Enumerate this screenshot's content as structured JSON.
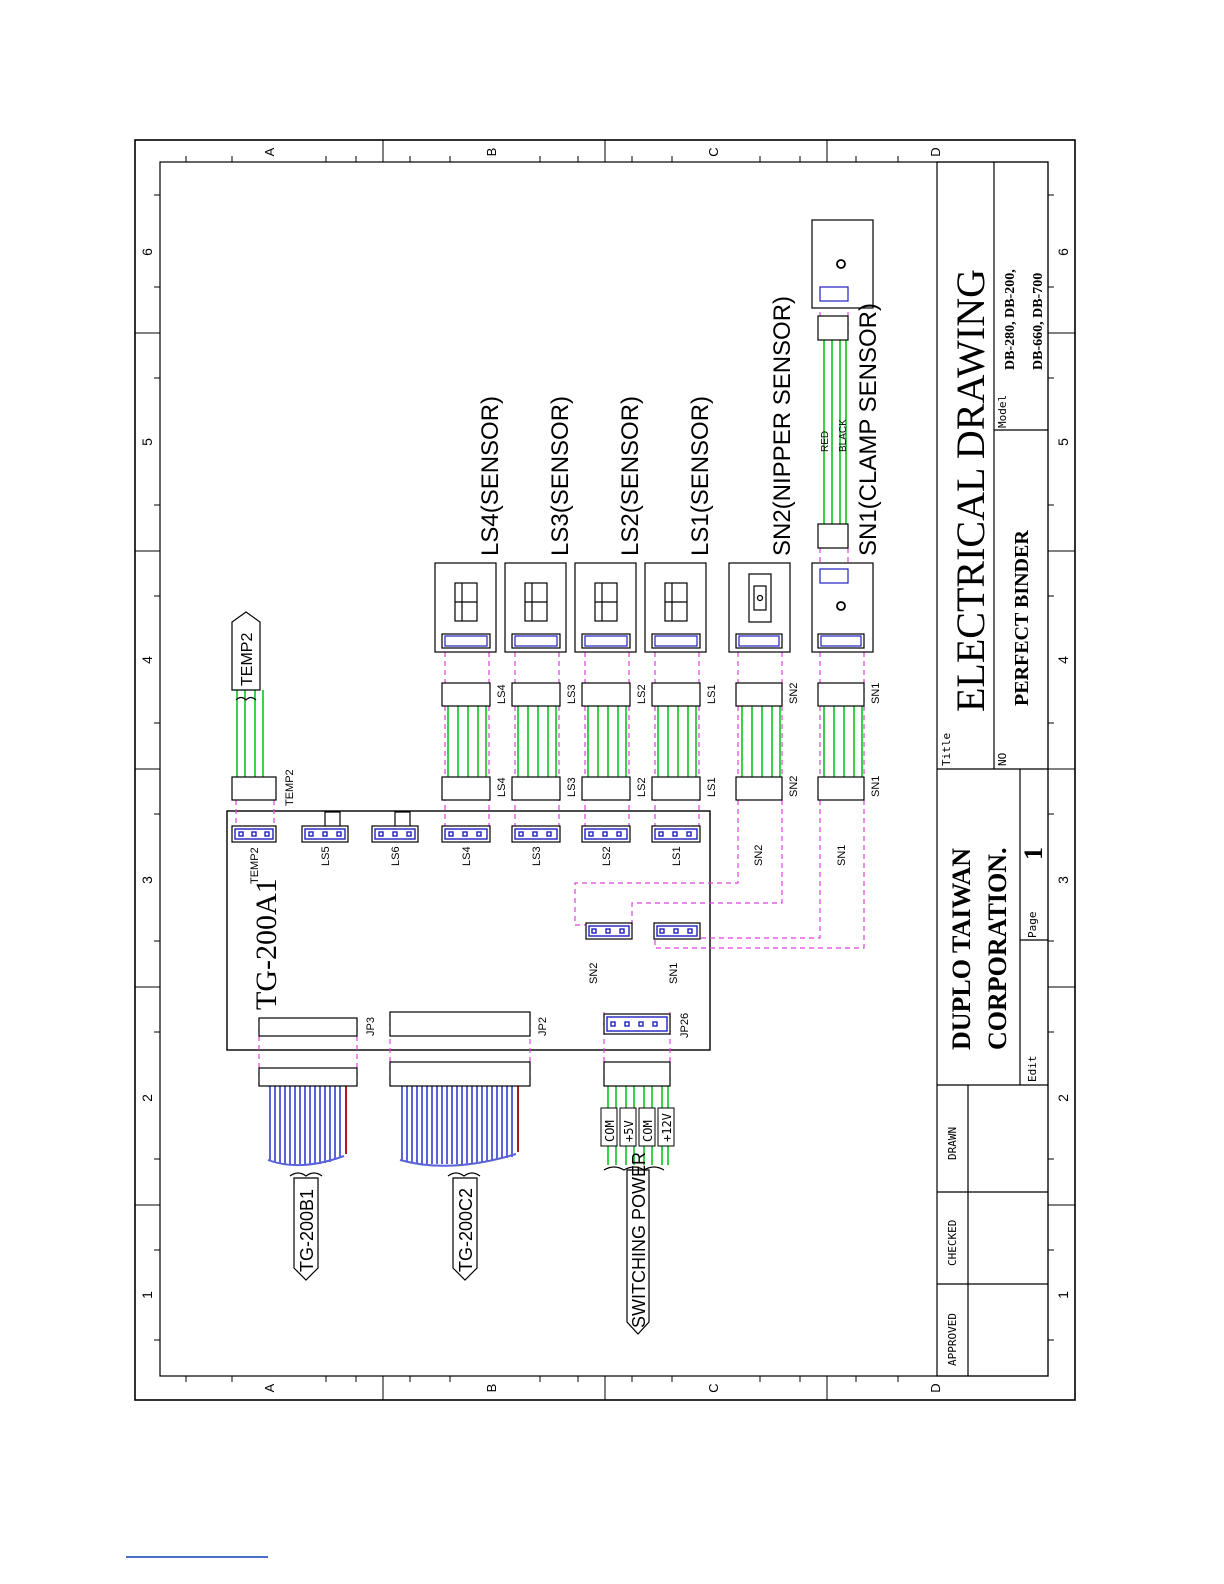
{
  "colors": {
    "wire": "#3bd14a",
    "dashed": "#e040e0",
    "ribbon": "#5b63d8",
    "ribbon_edge": "#b01818",
    "pin": "#2020c0",
    "line": "#000000"
  },
  "border": {
    "rows": [
      "A",
      "B",
      "C",
      "D"
    ],
    "cols": [
      "1",
      "2",
      "3",
      "4",
      "5",
      "6"
    ]
  },
  "board": {
    "name": "TG-200A1"
  },
  "board_connectors": {
    "TEMP2": "TEMP2",
    "LS5": "LS5",
    "LS6": "LS6",
    "LS4": "LS4",
    "LS3": "LS3",
    "LS2": "LS2",
    "LS1": "LS1",
    "JP3": "JP3",
    "JP2": "JP2",
    "JP26": "JP26",
    "SN2": "SN2",
    "SN1": "SN1"
  },
  "harness": {
    "temp2": "TEMP2",
    "ls4": "LS4",
    "ls3": "LS3",
    "ls2": "LS2",
    "ls1": "LS1",
    "sn2": "SN2",
    "sn1": "SN1"
  },
  "sensors": {
    "ls4": "LS4(SENSOR)",
    "ls3": "LS3(SENSOR)",
    "ls2": "LS2(SENSOR)",
    "ls1": "LS1(SENSOR)",
    "sn2": "SN2(NIPPER SENSOR)",
    "sn1": "SN1(CLAMP SENSOR)"
  },
  "wire_colors": {
    "red": "RED",
    "black": "BLACK"
  },
  "cables": {
    "temp2": "TEMP2",
    "tg200b1": "TG-200B1",
    "tg200c2": "TG-200C2",
    "switching_power": "SWITCHING POWER"
  },
  "power_pins": [
    "COM",
    "+5V",
    "COM",
    "+12V"
  ],
  "title_block": {
    "title_label": "Title",
    "title": "ELECTRICAL DRAWING",
    "subtitle": "PERFECT   BINDER",
    "no_label": "NO",
    "model_label": "Model",
    "model_line1": "DB-280, DB-200,",
    "model_line2": "DB-660, DB-700",
    "company_line1": "DUPLO TAIWAN",
    "company_line2": "CORPORATION.",
    "page_label": "Page",
    "page_number": "1",
    "edit_label": "Edit",
    "drawn": "DRAWN",
    "checked": "CHECKED",
    "approved": "APPROVED"
  }
}
